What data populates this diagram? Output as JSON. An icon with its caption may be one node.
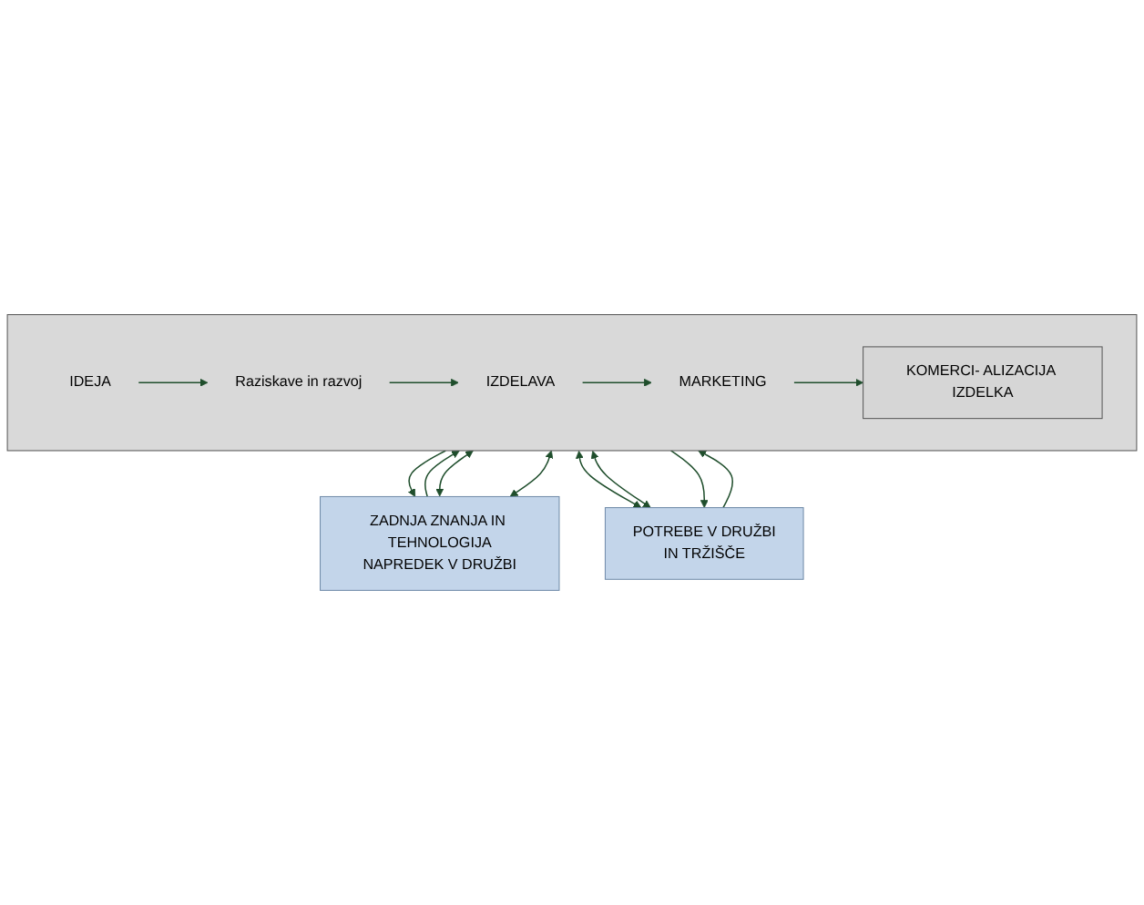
{
  "diagram": {
    "nodes": [
      {
        "text": [
          "ZADNJA ZNANJA IN TEHNOLOGIJA",
          "NAPREDEK V DRUŽBI"
        ]
      },
      {
        "text": [],
        "shape": "bar"
      },
      {
        "text": [
          "IDEJA"
        ],
        "in": 1
      },
      {
        "text": [
          "Raziskave in razvoj"
        ],
        "in": 1
      },
      {
        "text": [
          "IZDELAVA"
        ],
        "in": 1
      },
      {
        "text": [
          "MARKETING"
        ],
        "in": 1
      },
      {
        "text": [
          "KOMERCI- ALIZACIJA IZDELKA"
        ],
        "in": 1
      },
      {
        "text": [
          "POTREBE V DRUŽBI",
          "IN TRŽIŠČE"
        ]
      }
    ],
    "edges": [
      {
        "from": 1,
        "to": 0,
        "arrow": "to"
      },
      {
        "from": 0,
        "to": 1,
        "arrow": "to"
      },
      {
        "from": 0,
        "to": 1,
        "arrow": "both"
      },
      {
        "from": 0,
        "to": 1,
        "arrow": "both"
      },
      {
        "from": 2,
        "to": 3,
        "arrow": "to"
      },
      {
        "from": 3,
        "to": 4,
        "arrow": "to"
      },
      {
        "from": 4,
        "to": 5,
        "arrow": "to"
      },
      {
        "from": 5,
        "to": 6,
        "arrow": "to"
      },
      {
        "from": 1,
        "to": 7,
        "arrow": "both"
      },
      {
        "from": 1,
        "to": 7,
        "arrow": "both"
      },
      {
        "from": 1,
        "to": 7,
        "arrow": "to"
      },
      {
        "from": 7,
        "to": 1,
        "arrow": "to"
      }
    ]
  }
}
